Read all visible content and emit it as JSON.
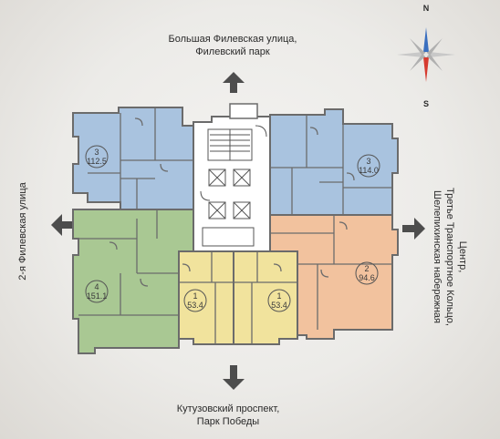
{
  "directions": {
    "north": {
      "lines": [
        "Большая Филевская улица,",
        "Филевский парк"
      ]
    },
    "south": {
      "lines": [
        "Кутузовский проспект,",
        "Парк Победы"
      ]
    },
    "west": {
      "lines": [
        "2-я Филевская улица"
      ]
    },
    "east": {
      "lines": [
        "Центр,",
        "Третье Транспортное Кольцо,",
        "Шелепихинская набережная"
      ]
    }
  },
  "compass": {
    "north": "N",
    "south": "S"
  },
  "units": [
    {
      "id": "nw",
      "rooms": "3",
      "area": "112.5",
      "color": "#a9c3df"
    },
    {
      "id": "ne",
      "rooms": "3",
      "area": "114.0",
      "color": "#a9c3df"
    },
    {
      "id": "w",
      "rooms": "4",
      "area": "151.1",
      "color": "#a9c893"
    },
    {
      "id": "e",
      "rooms": "2",
      "area": "94.6",
      "color": "#f2c29e"
    },
    {
      "id": "s1",
      "rooms": "1",
      "area": "53.4",
      "color": "#f1e39d"
    },
    {
      "id": "s2",
      "rooms": "1",
      "area": "53.4",
      "color": "#f1e39d"
    }
  ],
  "colors": {
    "arrow": "#4d4d4d",
    "wall": "#6b6b6b",
    "core": "#ffffff",
    "compass_red": "#d63a2f",
    "compass_blue": "#3a6fbf"
  }
}
